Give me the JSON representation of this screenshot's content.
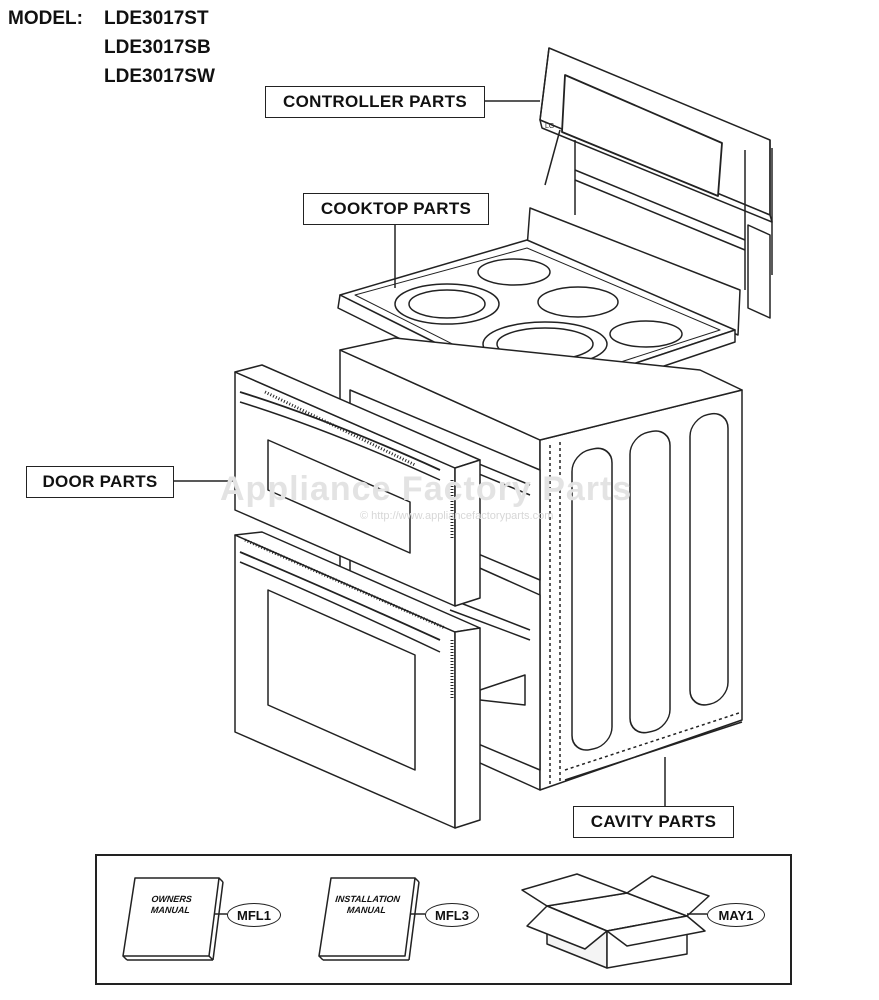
{
  "model": {
    "label": "MODEL:",
    "numbers": [
      "LDE3017ST",
      "LDE3017SB",
      "LDE3017SW"
    ]
  },
  "callouts": {
    "controller": "CONTROLLER PARTS",
    "cooktop": "COOKTOP PARTS",
    "door": "DOOR PARTS",
    "cavity": "CAVITY PARTS"
  },
  "watermark": {
    "main": "Appliance Factory Parts",
    "sub": "© http://www.appliancefactoryparts.com"
  },
  "accessories": {
    "owners_manual": "OWNERS MANUAL",
    "owners_code": "MFL1",
    "installation_manual": "INSTALLATION MANUAL",
    "installation_code": "MFL3",
    "box_code": "MAY1"
  }
}
